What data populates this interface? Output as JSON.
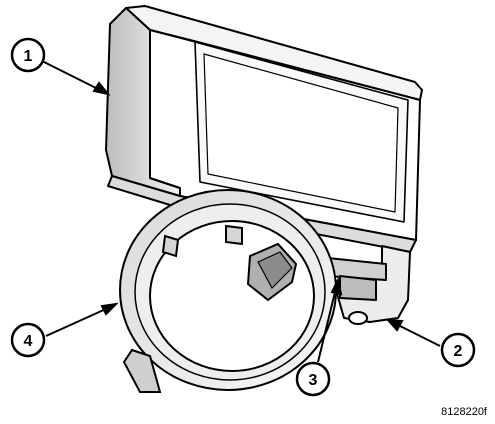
{
  "callouts": [
    {
      "label": "1"
    },
    {
      "label": "2"
    },
    {
      "label": "3"
    },
    {
      "label": "4"
    }
  ],
  "figure_code": "8128220f",
  "colors": {
    "line": "#000000",
    "fill": "#ffffff",
    "shade": "#c8c8c8",
    "dark_shade": "#9a9a9a"
  }
}
